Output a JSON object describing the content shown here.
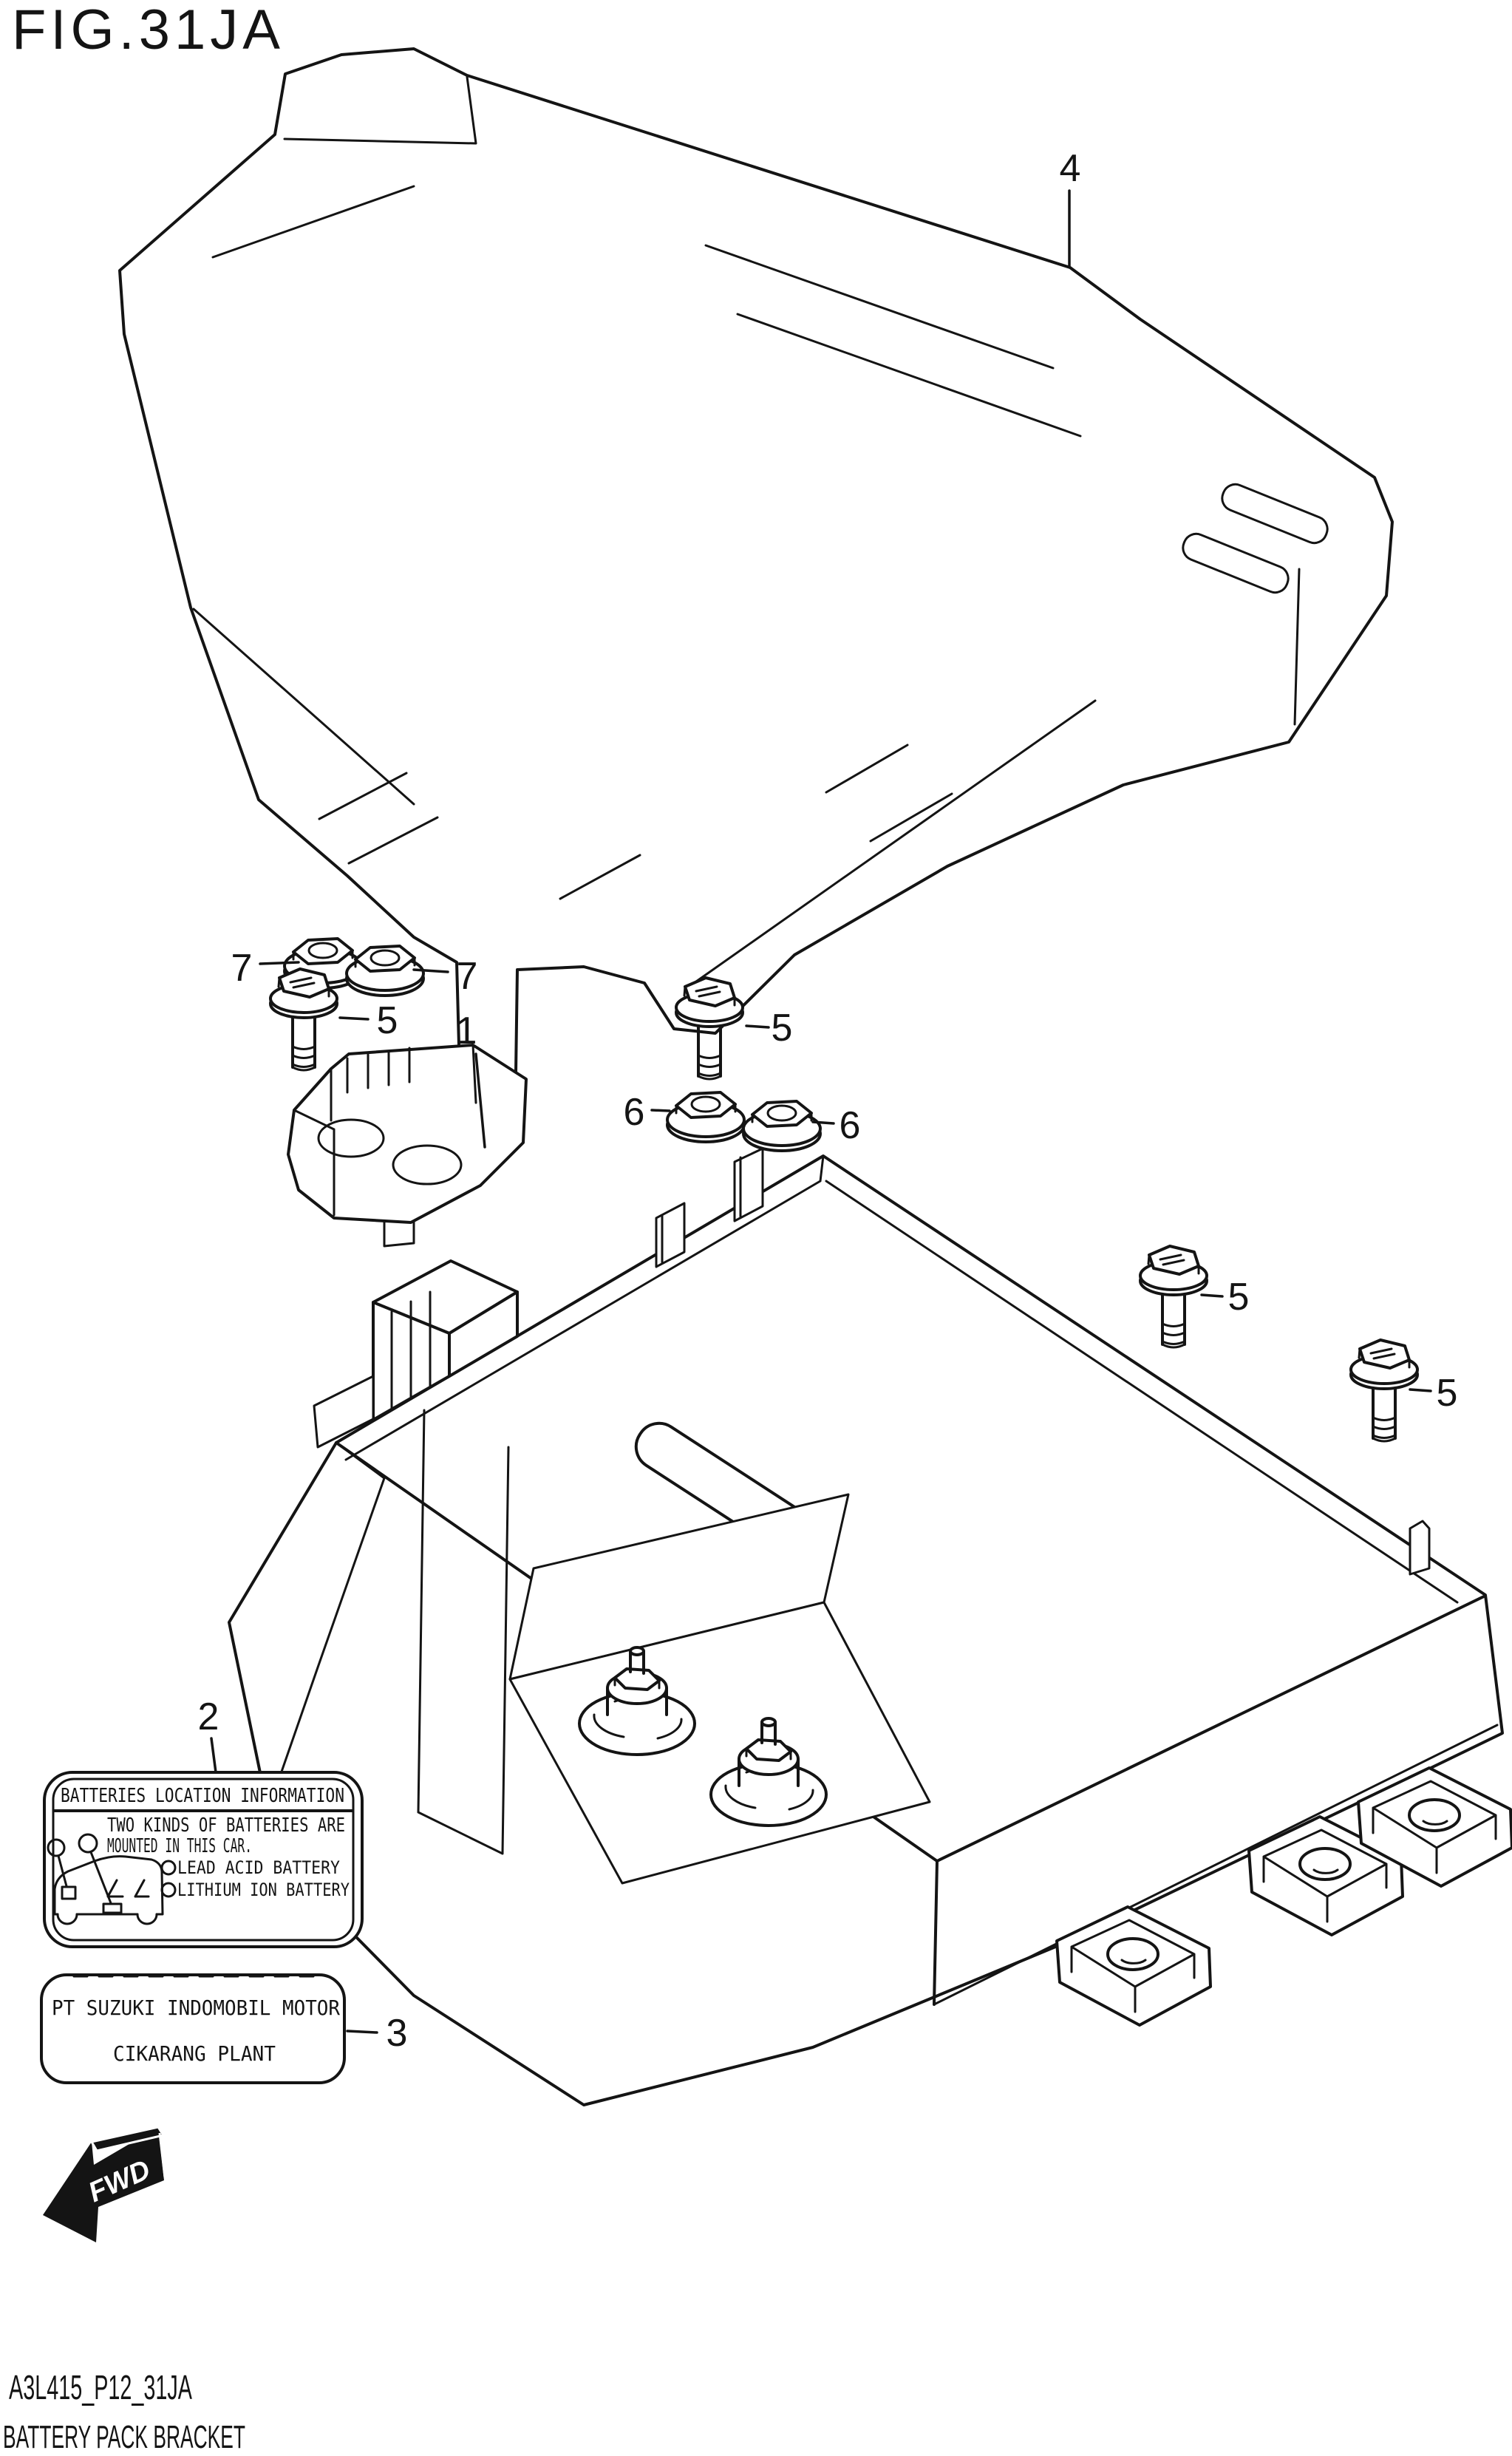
{
  "figure": {
    "title": "FIG.31JA"
  },
  "footer": {
    "code": "A3L415_P12_31JA",
    "caption": "BATTERY PACK BRACKET"
  },
  "fwd_marker": {
    "label": "FWD"
  },
  "callouts": {
    "c1": {
      "number": "1"
    },
    "c2": {
      "number": "2"
    },
    "c3": {
      "number": "3"
    },
    "c4": {
      "number": "4"
    },
    "c5a": {
      "number": "5"
    },
    "c5b": {
      "number": "5"
    },
    "c5c": {
      "number": "5"
    },
    "c5d": {
      "number": "5"
    },
    "c6a": {
      "number": "6"
    },
    "c6b": {
      "number": "6"
    },
    "c7a": {
      "number": "7"
    },
    "c7b": {
      "number": "7"
    }
  },
  "batteries_label": {
    "header": "BATTERIES LOCATION INFORMATION",
    "line1": "TWO KINDS OF BATTERIES ARE",
    "line2": "MOUNTED IN THIS CAR.",
    "item1": "LEAD ACID BATTERY",
    "item2": "LITHIUM ION BATTERY"
  },
  "plant_label": {
    "line1": "PT SUZUKI INDOMOBIL MOTOR",
    "line2": "CIKARANG PLANT"
  },
  "colors": {
    "line": "#141414",
    "background": "#ffffff"
  }
}
